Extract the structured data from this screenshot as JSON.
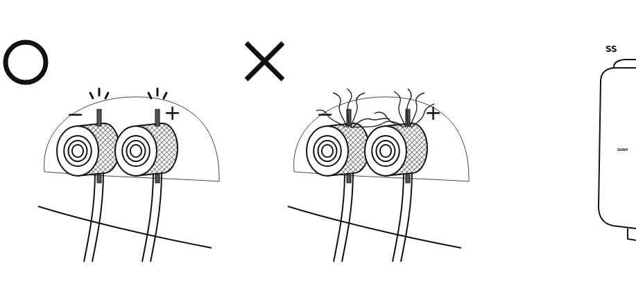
{
  "diagram": {
    "labels": [
      "−",
      "+",
      "−",
      "+",
      "SS",
      "SONY"
    ]
  }
}
